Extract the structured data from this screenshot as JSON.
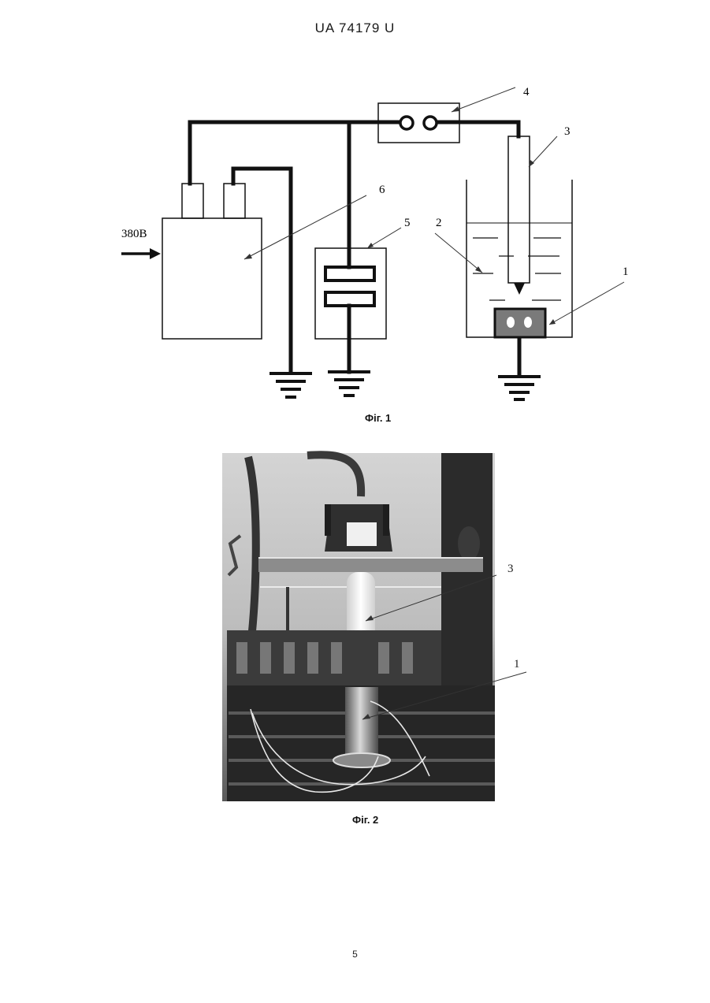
{
  "header": {
    "doc_number": "UA   74179   U"
  },
  "figure1": {
    "caption": "Фіг. 1",
    "input_voltage_label": "380В",
    "callouts": [
      "1",
      "2",
      "3",
      "4",
      "5",
      "6"
    ]
  },
  "figure2": {
    "caption": "Фіг. 2",
    "callouts": [
      "3",
      "1"
    ]
  },
  "footer": {
    "page_number": "5"
  }
}
